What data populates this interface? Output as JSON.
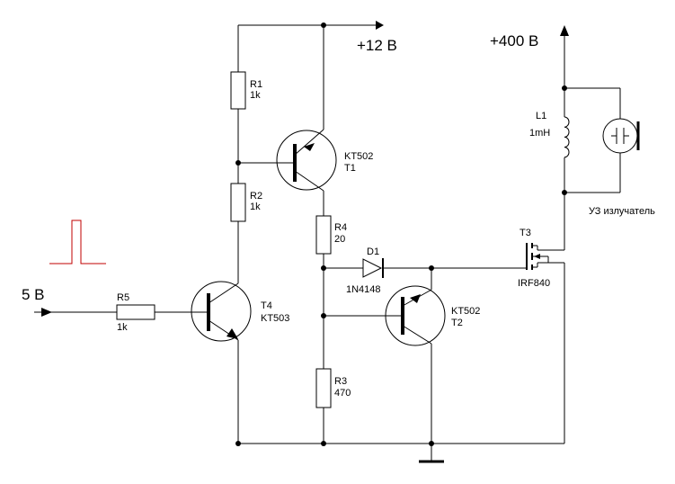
{
  "rails": {
    "v12": "+12 В",
    "v400": "+400 В",
    "input": "5 В"
  },
  "components": {
    "r1": {
      "ref": "R1",
      "value": "1k"
    },
    "r2": {
      "ref": "R2",
      "value": "1k"
    },
    "r3": {
      "ref": "R3",
      "value": "470"
    },
    "r4": {
      "ref": "R4",
      "value": "20"
    },
    "r5": {
      "ref": "R5",
      "value": "1k"
    },
    "t1": {
      "ref": "T1",
      "part": "KT502"
    },
    "t2": {
      "ref": "T2",
      "part": "KT502"
    },
    "t3": {
      "ref": "T3",
      "part": "IRF840"
    },
    "t4": {
      "ref": "T4",
      "part": "KT503"
    },
    "d1": {
      "ref": "D1",
      "part": "1N4148"
    },
    "l1": {
      "ref": "L1",
      "value": "1mH"
    },
    "emitter": {
      "label": "УЗ излучатель"
    }
  },
  "colors": {
    "wire": "#000000",
    "pulse": "#c00000"
  }
}
